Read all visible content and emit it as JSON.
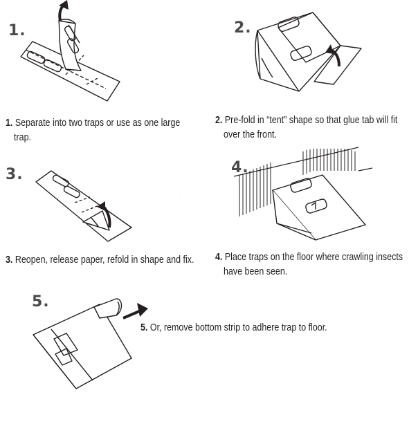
{
  "steps": [
    {
      "number_label": "1.",
      "caption_number": "1.",
      "caption_lines": [
        "Separate into two traps or use as one large",
        "trap."
      ]
    },
    {
      "number_label": "2.",
      "caption_number": "2.",
      "caption_lines": [
        "Pre-fold in “tent” shape so that glue tab will fit",
        "over the front."
      ]
    },
    {
      "number_label": "3.",
      "caption_number": "3.",
      "caption_lines": [
        "Reopen, release paper, refold in shape and fix."
      ]
    },
    {
      "number_label": "4.",
      "caption_number": "4.",
      "caption_lines": [
        "Place traps on the floor where crawling insects",
        "have been seen."
      ]
    },
    {
      "number_label": "5.",
      "caption_number": "5.",
      "caption_lines": [
        "Or, remove bottom strip to adhere trap to floor."
      ]
    }
  ],
  "colors": {
    "ink": "#231f20",
    "number_gray": "#4a4a4a",
    "background": "#ffffff"
  }
}
